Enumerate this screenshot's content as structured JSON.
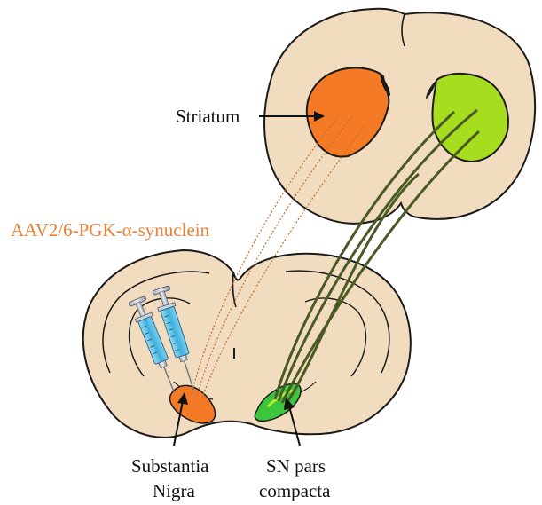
{
  "labels": {
    "striatum": "Striatum",
    "vector": "AAV2/6-PGK-α-synuclein",
    "substantia_nigra_line1": "Substantia",
    "substantia_nigra_line2": "Nigra",
    "sn_pars_compacta_line1": "SN pars",
    "sn_pars_compacta_line2": "compacta"
  },
  "colors": {
    "tissue": "#f2dcbf",
    "outline": "#1a1a1a",
    "lesioned_region": "#f47a25",
    "healthy_region": "#a6dd1f",
    "sn_healthy": "#3cc63c",
    "projection_healthy": "#4a5a25",
    "projection_lesioned": "#c2702f",
    "vector_text": "#e8823a",
    "syringe_barrel": "#5bc2e6"
  },
  "icons": [
    "syringe-icon",
    "syringe-icon"
  ]
}
